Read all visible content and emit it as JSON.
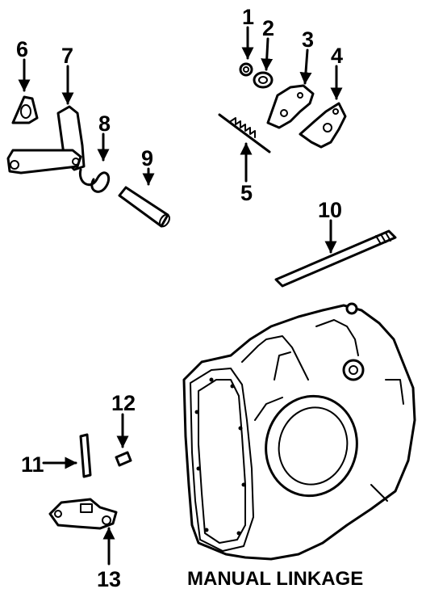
{
  "diagram": {
    "title": "MANUAL LINKAGE",
    "callouts": [
      {
        "id": "1",
        "label": "1"
      },
      {
        "id": "2",
        "label": "2"
      },
      {
        "id": "3",
        "label": "3"
      },
      {
        "id": "4",
        "label": "4"
      },
      {
        "id": "5",
        "label": "5"
      },
      {
        "id": "6",
        "label": "6"
      },
      {
        "id": "7",
        "label": "7"
      },
      {
        "id": "8",
        "label": "8"
      },
      {
        "id": "9",
        "label": "9"
      },
      {
        "id": "10",
        "label": "10"
      },
      {
        "id": "11",
        "label": "11"
      },
      {
        "id": "12",
        "label": "12"
      },
      {
        "id": "13",
        "label": "13"
      }
    ]
  }
}
